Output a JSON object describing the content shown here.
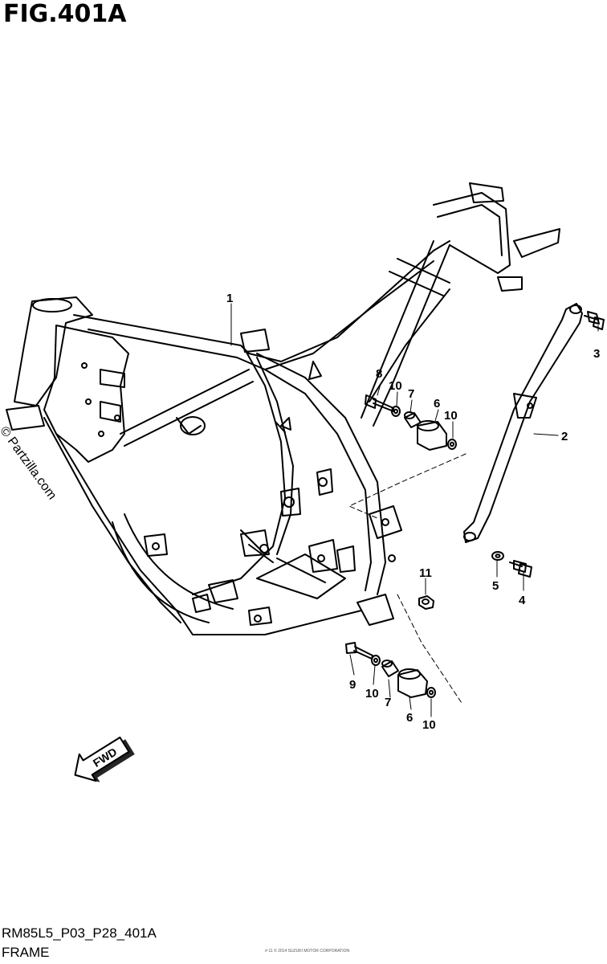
{
  "figure": {
    "title": "FIG.401A",
    "watermark": "© Partzilla.com",
    "diagram_code": "RM85L5_P03_P28_401A",
    "section_name": "FRAME",
    "fine_print": "#-11 © 2014 SUZUKI MOTOR CORPORATION"
  },
  "callouts": {
    "c1": "1",
    "c2": "2",
    "c3": "3",
    "c4": "4",
    "c5": "5",
    "c6a": "6",
    "c6b": "6",
    "c7a": "7",
    "c7b": "7",
    "c8": "8",
    "c9": "9",
    "c10a": "10",
    "c10b": "10",
    "c10c": "10",
    "c10d": "10",
    "c11": "11"
  },
  "badges": {
    "fwd": "FWD"
  }
}
